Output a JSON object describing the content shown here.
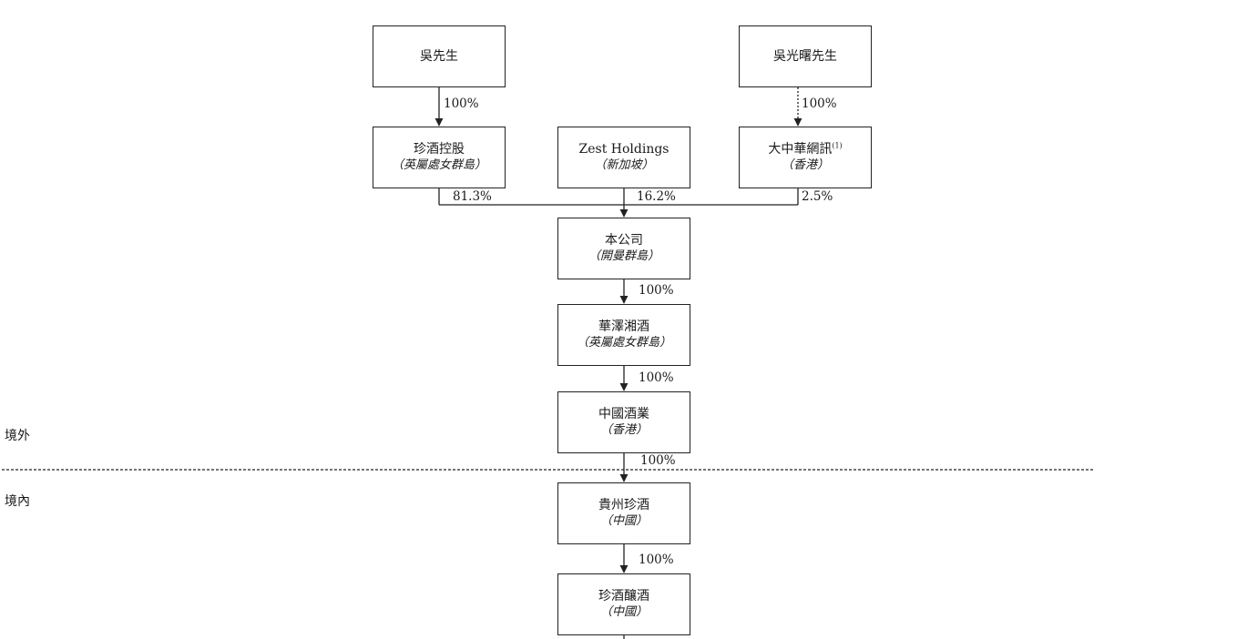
{
  "nodes": {
    "mr_ng": {
      "name": "吳先生"
    },
    "mr_ng_kwong": {
      "name": "吳光曙先生"
    },
    "zhenjiu_holdings": {
      "name": "珍酒控股",
      "jurisdiction": "（英屬處女群島）"
    },
    "zest": {
      "name": "Zest Holdings",
      "jurisdiction": "（新加坡）"
    },
    "greater_china_net": {
      "name": "大中華網訊",
      "note": "(1)",
      "jurisdiction": "（香港）"
    },
    "company": {
      "name": "本公司",
      "jurisdiction": "（開曼群島）"
    },
    "huaze": {
      "name": "華澤湘酒",
      "jurisdiction": "（英屬處女群島）"
    },
    "china_liquor": {
      "name": "中國酒業",
      "jurisdiction": "（香港）"
    },
    "guizhou_zhenjiu": {
      "name": "貴州珍酒",
      "jurisdiction": "（中國）"
    },
    "zhenjiu_brewing": {
      "name": "珍酒釀酒",
      "jurisdiction": "（中國）"
    }
  },
  "edges": {
    "mr_ng_to_holdings": "100%",
    "kwong_to_gcn": "100%",
    "holdings_to_company": "81.3%",
    "zest_to_company": "16.2%",
    "gcn_to_company": "2.5%",
    "company_to_huaze": "100%",
    "huaze_to_china_liquor": "100%",
    "china_liquor_to_guizhou": "100%",
    "guizhou_to_brewing": "100%"
  },
  "regions": {
    "offshore": "境外",
    "onshore": "境內"
  }
}
